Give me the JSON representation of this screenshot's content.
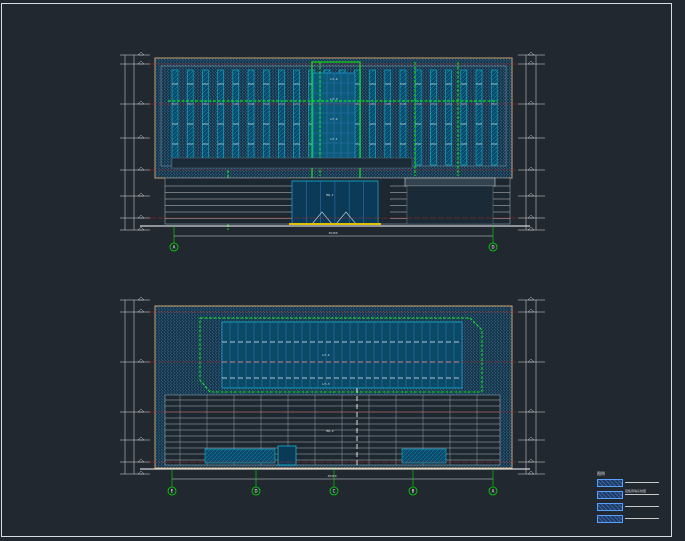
{
  "drawing": {
    "canvas_bg": "#212830",
    "colors": {
      "frame": "#d9dde2",
      "axis_line": "#00e000",
      "dimension": "#e0e0e0",
      "hatch": "#4fa6c8",
      "glass": "#0fb8d8",
      "mullion": "#2f6fb0",
      "panel_edge": "#c9a070",
      "red_line": "#e02020",
      "yellow": "#e0c000",
      "green_callout": "#10e020"
    }
  },
  "elevation_top": {
    "axis_labels": [
      "A",
      "D"
    ],
    "tag_labels": [
      "LT-4",
      "LT-3",
      "LT-2",
      "LT-1"
    ],
    "entrance_label": "MQ-1",
    "overall_dim": "30400"
  },
  "elevation_bottom": {
    "axis_labels": [
      "E",
      "D",
      "C",
      "B",
      "A"
    ],
    "tag_labels": [
      "LT-4",
      "LT-3"
    ],
    "lower_label": "MQ-2",
    "overall_dim": "30400"
  },
  "legend": {
    "title": "图例",
    "items": [
      {
        "icon": "hatch-swatch-icon",
        "text": ""
      },
      {
        "icon": "hatch-swatch-icon",
        "text": "铝板幕墙系统图"
      },
      {
        "icon": "hatch-swatch-icon",
        "text": ""
      },
      {
        "icon": "hatch-swatch-icon",
        "text": ""
      }
    ]
  }
}
